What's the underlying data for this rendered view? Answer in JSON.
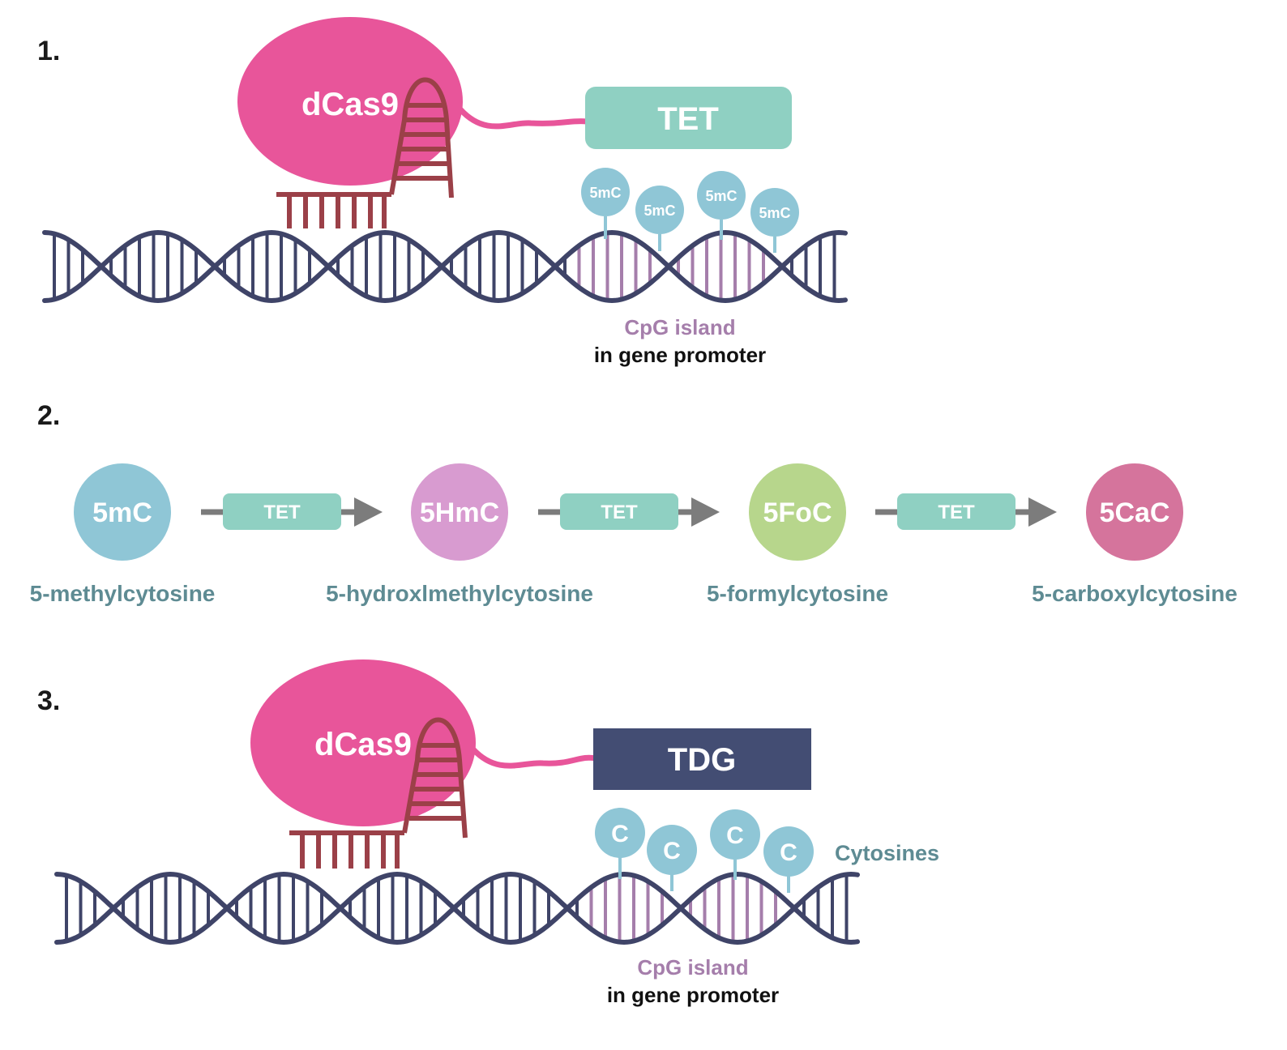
{
  "colors": {
    "dcas9": "#e8559a",
    "guide_rna": "#9b4048",
    "dna_backbone": "#3f4468",
    "cpg_rungs": "#a57eab",
    "tet": "#8fd0c2",
    "tdg": "#434d73",
    "linker": "#e8559a",
    "methyl_dot": "#8fc6d6",
    "arrow": "#7c7c7c",
    "m5mC": "#8fc6d6",
    "m5HmC": "#d89bd0",
    "m5FoC": "#b7d68c",
    "m5CaC": "#d5749c"
  },
  "panel1": {
    "step": "1.",
    "dcas9_label": "dCas9",
    "enzyme_label": "TET",
    "marks": [
      "5mC",
      "5mC",
      "5mC",
      "5mC"
    ],
    "cpg_label": "CpG island",
    "promoter_label": "in gene promoter"
  },
  "panel2": {
    "step": "2.",
    "molecules": [
      {
        "abbr": "5mC",
        "name": "5-methylcytosine",
        "color": "#8fc6d6"
      },
      {
        "abbr": "5HmC",
        "name": "5-hydroxlmethylcytosine",
        "color": "#d89bd0"
      },
      {
        "abbr": "5FoC",
        "name": "5-formylcytosine",
        "color": "#b7d68c"
      },
      {
        "abbr": "5CaC",
        "name": "5-carboxylcytosine",
        "color": "#d5749c"
      }
    ],
    "arrow_labels": [
      "TET",
      "TET",
      "TET"
    ]
  },
  "panel3": {
    "step": "3.",
    "dcas9_label": "dCas9",
    "enzyme_label": "TDG",
    "marks": [
      "C",
      "C",
      "C",
      "C"
    ],
    "marks_label": "Cytosines",
    "cpg_label": "CpG island",
    "promoter_label": "in gene promoter"
  }
}
